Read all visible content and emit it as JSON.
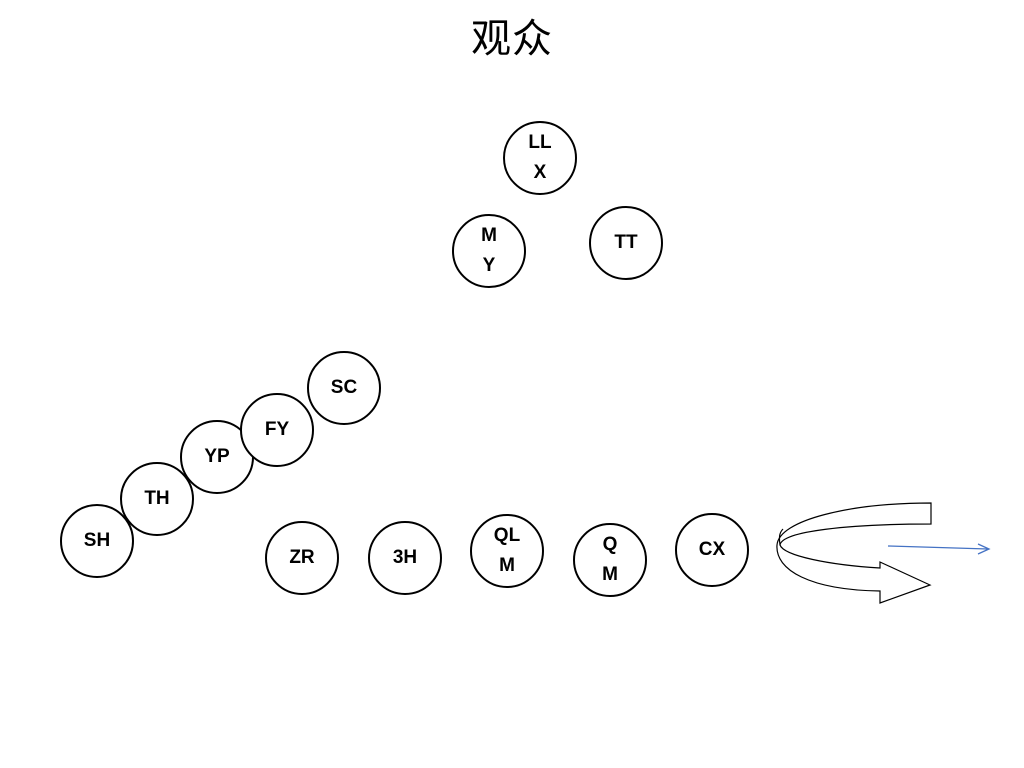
{
  "title": "观众",
  "nodes": {
    "llx": "LL\nX",
    "my": "M\nY",
    "tt": "TT",
    "sc": "SC",
    "fy": "FY",
    "yp": "YP",
    "th": "TH",
    "sh": "SH",
    "zr": "ZR",
    "h3": "3H",
    "qlm": "QL\nM",
    "qm": "Q\nM",
    "cx": "CX"
  },
  "colors": {
    "outline": "#000000",
    "pointer_arrow": "#4472c4"
  },
  "icons": [
    "curved-u-turn-arrow-icon",
    "right-pointer-arrow-icon"
  ]
}
